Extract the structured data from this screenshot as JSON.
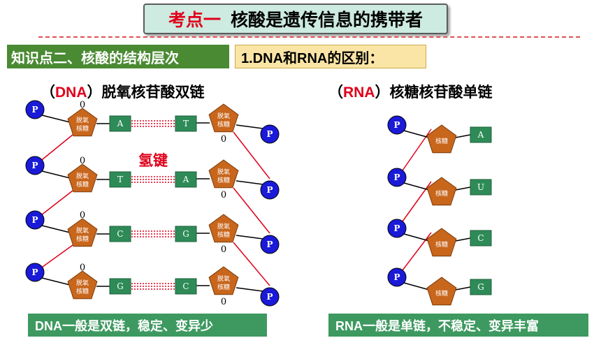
{
  "title": {
    "part1": "考点一",
    "part2": "核酸是遗传信息的携带者"
  },
  "knowledge_point": "知识点二、核酸的结构层次",
  "subtopic": "1.DNA和RNA的区别：",
  "dna_heading": {
    "open": "（",
    "name": "DNA",
    "close": "）脱氧核苷酸双链"
  },
  "rna_heading": {
    "open": "（",
    "name": "RNA",
    "close": "）核糖核苷酸单链"
  },
  "hydrogen_bond_label": "氢键",
  "phosphate_label": "P",
  "oxygen_label": "0",
  "deoxyribose_label": [
    "脱氧",
    "核糖"
  ],
  "ribose_label": "核糖",
  "dna_pairs": [
    [
      "A",
      "T"
    ],
    [
      "T",
      "A"
    ],
    [
      "C",
      "G"
    ],
    [
      "G",
      "C"
    ]
  ],
  "rna_bases": [
    "A",
    "U",
    "C",
    "G"
  ],
  "dna_summary": "DNA一般是双链，稳定、变异少",
  "rna_summary": "RNA一般是单链，不稳定、变异丰富",
  "colors": {
    "phosphate": "#1a1ad8",
    "sugar": "#c8661c",
    "base": "#2e8b57",
    "bond": "#e0001b",
    "title_bg": "#cdebe0"
  },
  "icons": {
    "phosphate": "blue-circle",
    "sugar": "orange-pentagon",
    "base": "green-square"
  }
}
